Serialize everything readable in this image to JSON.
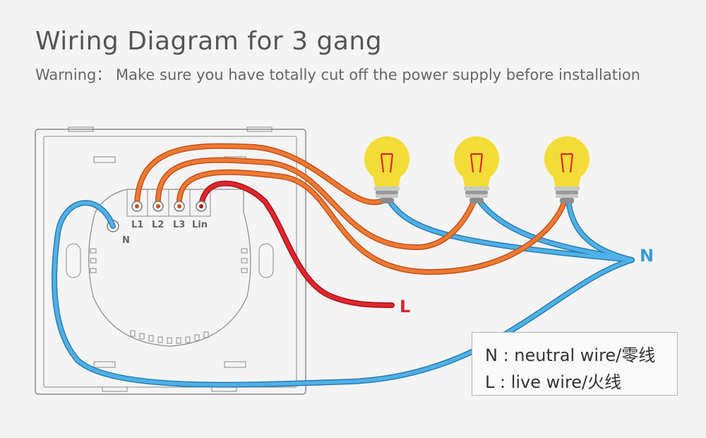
{
  "title": "Wiring Diagram for 3 gang",
  "warning": "Warning： Make sure you have totally cut off the power supply before installation",
  "terminals": [
    "L1",
    "L2",
    "L3",
    "Lin"
  ],
  "neutral_terminal_label": "N",
  "wire_labels": {
    "neutral": "N",
    "live": "L"
  },
  "legend": {
    "neutral": "N : neutral wire/零线",
    "live": "L : live wire/火线"
  },
  "colors": {
    "neutral_wire": "#3a9ad6",
    "load_wire": "#e86a2e",
    "live_wire": "#d9242b",
    "bulb": "#f3dc37",
    "panel_outline": "#888888"
  },
  "icons": [
    "light-bulb-icon",
    "light-bulb-icon",
    "light-bulb-icon"
  ]
}
